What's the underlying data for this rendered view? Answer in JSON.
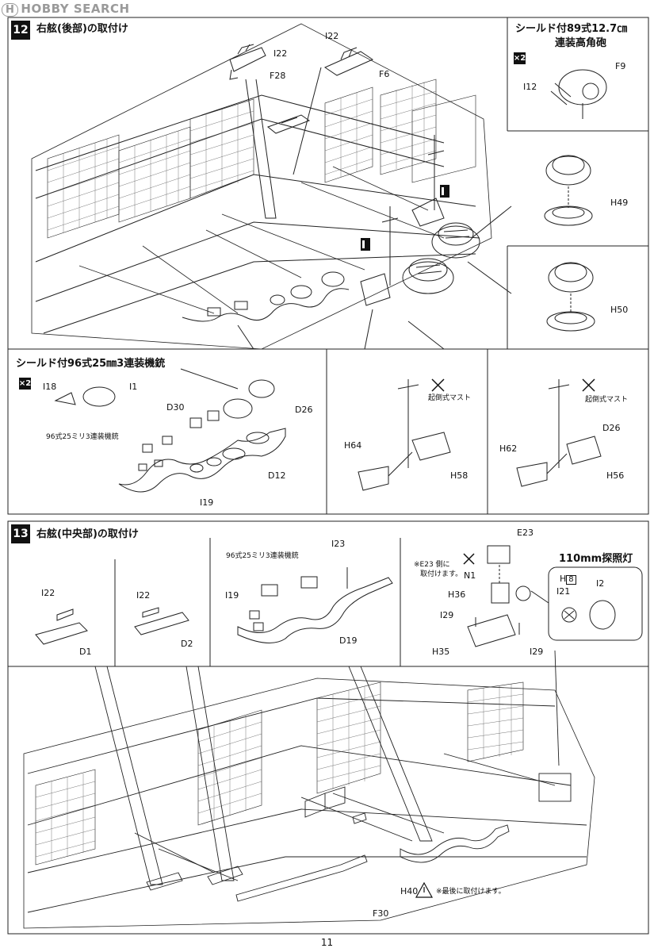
{
  "watermark": {
    "text": "HOBBY SEARCH",
    "logo": "H"
  },
  "step12": {
    "number": "12",
    "title": "右舷(後部)の取付け",
    "gun_title_line1": "シールド付89式12.7㎝",
    "gun_title_line2": "連装高角砲",
    "x2": "×2",
    "aa_title": "シールド付96式25㎜3連装機銃",
    "aa_sub": "96式25ミリ3連装機銃",
    "mast_note": "起倒式マスト",
    "labels": {
      "I22a": "I22",
      "F28": "F28",
      "I22b": "I22",
      "F6": "F6",
      "F9": "F9",
      "I12": "I12",
      "H49": "H49",
      "H50": "H50",
      "I18": "I18",
      "I1": "I1",
      "D30": "D30",
      "D26a": "D26",
      "D12": "D12",
      "I19": "I19",
      "H64": "H64",
      "H58": "H58",
      "H62": "H62",
      "H56": "H56",
      "D26b": "D26"
    }
  },
  "step13": {
    "number": "13",
    "title": "右舷(中央部)の取付け",
    "aa_sub": "96式25ミリ3連装機銃",
    "searchlight_title": "110mm探照灯",
    "note_e23_1": "※E23 側に",
    "note_e23_2": "取付けます。",
    "last_note": "※最後に取付けます。",
    "labels": {
      "I22a": "I22",
      "D1": "D1",
      "I22b": "I22",
      "D2": "D2",
      "I23": "I23",
      "I19": "I19",
      "D19": "D19",
      "E23": "E23",
      "N1": "N1",
      "H36": "H36",
      "I29a": "I29",
      "H35": "H35",
      "I29b": "I29",
      "H8": "H",
      "H8num": "8",
      "I21": "I21",
      "I2": "I2",
      "H40": "H40",
      "F30": "F30"
    }
  },
  "page_number": "11"
}
